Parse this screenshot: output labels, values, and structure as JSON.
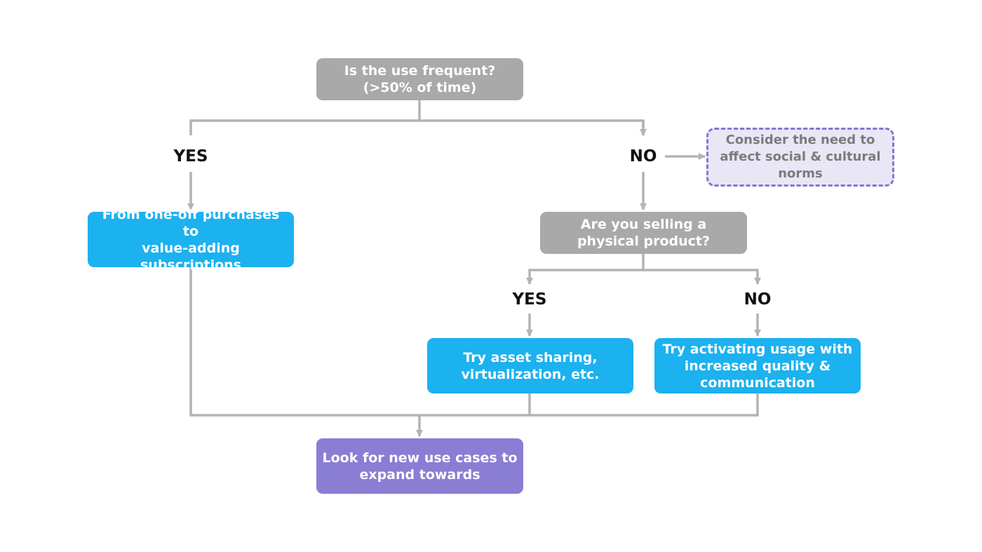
{
  "diagram": {
    "start": "Is the use frequent?\n(>50% of time)",
    "yes_1": "YES",
    "no_1": "NO",
    "subscriptions": "From one-off purchases to\nvalue-adding subscriptions",
    "social_norms": "Consider the need to\naffect social & cultural\nnorms",
    "physical_question": "Are you selling a\nphysical product?",
    "yes_2": "YES",
    "no_2": "NO",
    "asset_sharing": "Try asset sharing,\nvirtualization, etc.",
    "activate_usage": "Try activating usage with\nincreased quality &\ncommunication",
    "new_use_cases": "Look for new use cases to\nexpand towards"
  },
  "colors": {
    "question_gray": "#a9a9a9",
    "action_blue": "#1cb1ef",
    "outcome_purple": "#8a7dd4",
    "note_fill": "#e9e6f6",
    "note_border": "#8a73d0",
    "connector_gray": "#b3b3b3"
  }
}
